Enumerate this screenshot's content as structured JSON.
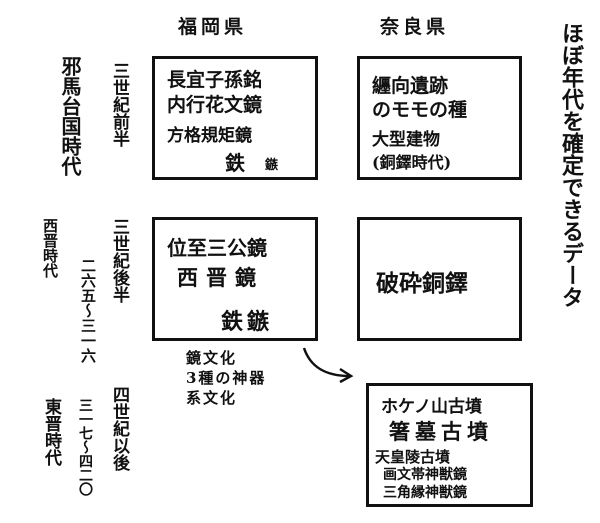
{
  "headers": {
    "fukuoka": "福岡県",
    "nara": "奈良県"
  },
  "side_note": "ほぼ年代を確定できるデータ",
  "eras": [
    {
      "name": "邪馬台国時代",
      "century": "三世紀前半"
    },
    {
      "name": "西晋時代",
      "century": "三世紀後半",
      "years": "二六五〜三一六"
    },
    {
      "name": "東晋時代",
      "century": "四世紀以後",
      "years": "三一七〜四二〇"
    }
  ],
  "boxes": {
    "fukuoka_1": {
      "line1": "長宜子孫銘",
      "line2": "内行花文鏡",
      "line3": "方格規矩鏡",
      "line4": "鉄",
      "line4_small": "鏃"
    },
    "nara_1": {
      "line1": "纒向遺跡",
      "line2": "のモモの種",
      "line3": "大型建物",
      "line4": "(銅鐸時代)"
    },
    "fukuoka_2": {
      "line1": "位至三公鏡",
      "line2": "西晋鏡",
      "line3": "鉄鏃"
    },
    "nara_2": {
      "line1": "破砕銅鐸"
    },
    "nara_3": {
      "line1": "ホケノ山古墳",
      "line2": "箸墓古墳",
      "line3": "天皇陵古墳",
      "line4": "画文帯神獣鏡",
      "line5": "三角縁神獣鏡"
    }
  },
  "culture_note": {
    "line1": "鏡文化",
    "line2": "3種の神器",
    "line3": "系文化"
  }
}
